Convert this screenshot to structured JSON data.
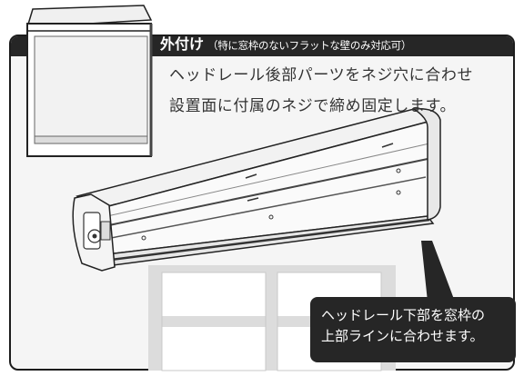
{
  "header": {
    "title": "外付け",
    "subtitle": "（特に窓枠のないフラットな壁のみ対応可）"
  },
  "description": {
    "line1": "ヘッドレール後部パーツをネジ穴に合わせ",
    "line2": "設置面に付属のネジで締め固定します。"
  },
  "callout": {
    "line1": "ヘッドレール下部を窓枠の",
    "line2": "上部ラインに合わせます。"
  },
  "colors": {
    "dark": "#262626",
    "panel": "#f5f5f5",
    "window_frame": "#dcdcdc"
  }
}
